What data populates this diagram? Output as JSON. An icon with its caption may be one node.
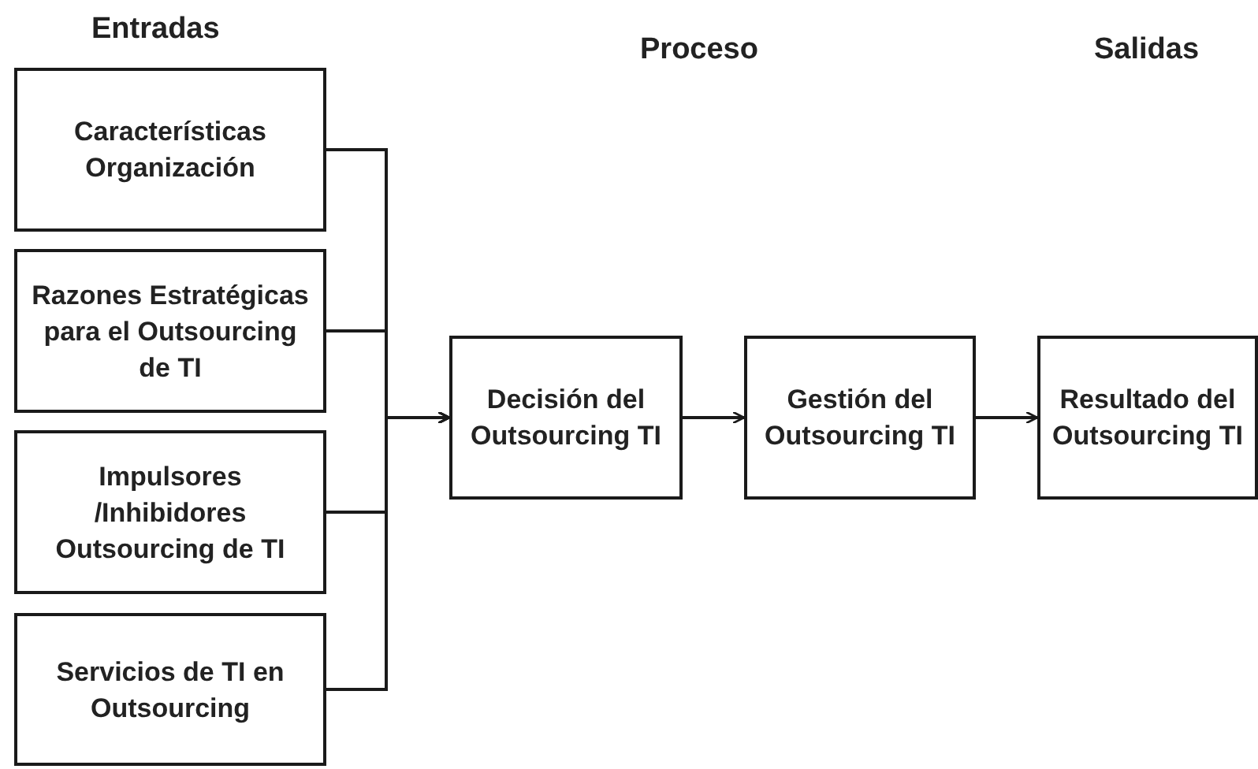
{
  "diagram": {
    "nodes": [
      {
        "text": [
          "Características Organización"
        ]
      },
      {
        "text": [
          "Razones Estratégicas para el Outsourcing de TI"
        ]
      },
      {
        "text": [
          "Impulsores /Inhibidores Outsourcing de TI"
        ]
      },
      {
        "text": [
          "Servicios de TI en Outsourcing"
        ]
      },
      {
        "text": [
          "Decisión del Outsourcing TI"
        ]
      },
      {
        "text": [
          "Gestión del Outsourcing TI"
        ]
      },
      {
        "text": [
          "Resultado del Outsourcing TI"
        ]
      }
    ],
    "edges": [
      {
        "from": 0,
        "to": 4,
        "arrow": "to"
      },
      {
        "from": 1,
        "to": 4,
        "arrow": "to"
      },
      {
        "from": 2,
        "to": 4,
        "arrow": "to"
      },
      {
        "from": 3,
        "to": 4,
        "arrow": "to"
      },
      {
        "from": 4,
        "to": 5,
        "arrow": "to"
      },
      {
        "from": 5,
        "to": 6,
        "arrow": "to"
      }
    ],
    "labels": [
      "Entradas",
      "Proceso",
      "Salidas"
    ]
  }
}
